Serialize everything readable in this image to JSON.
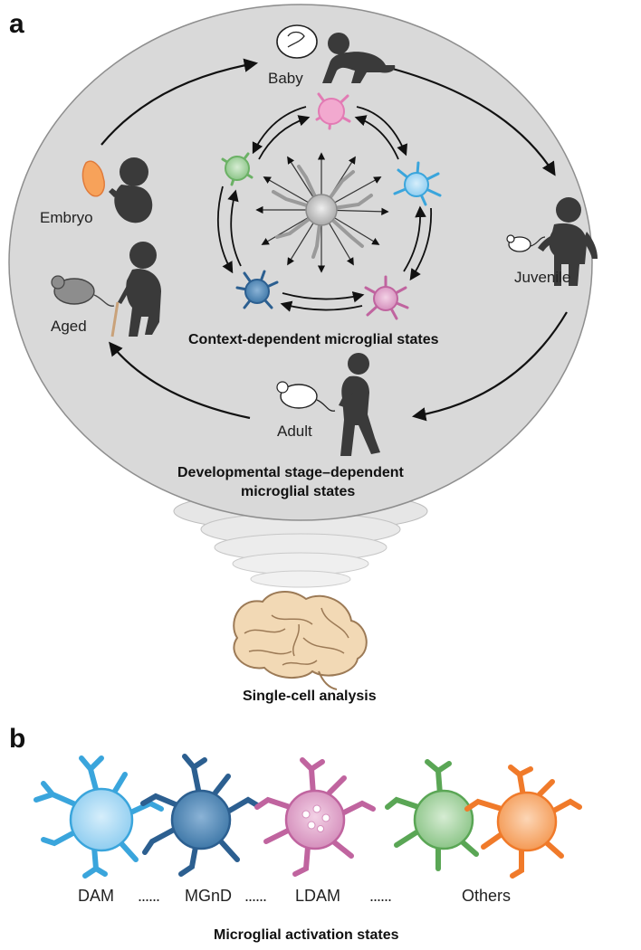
{
  "panel_a": {
    "letter": "a",
    "stages": {
      "baby": "Baby",
      "embryo": "Embryo",
      "juvenile": "Juvenile",
      "aged": "Aged",
      "adult": "Adult"
    },
    "context_title": "Context-dependent microglial states",
    "developmental_title_line1": "Developmental stage–dependent",
    "developmental_title_line2": "microglial states",
    "analysis_label": "Single-cell analysis"
  },
  "panel_b": {
    "letter": "b",
    "states": [
      "DAM",
      "MGnD",
      "LDAM",
      "Others"
    ],
    "separator": "......",
    "title": "Microglial activation states"
  },
  "colors": {
    "ellipse_fill": "#d9d9d9",
    "silhouette": "#3a3a3a",
    "dam": "#7cc4ec",
    "mgnd": "#3f78a8",
    "ldam": "#d58fbc",
    "green": "#7fbf7b",
    "orange": "#f49a55",
    "pink": "#f2a9cf",
    "brain": "#f2d9b5"
  }
}
